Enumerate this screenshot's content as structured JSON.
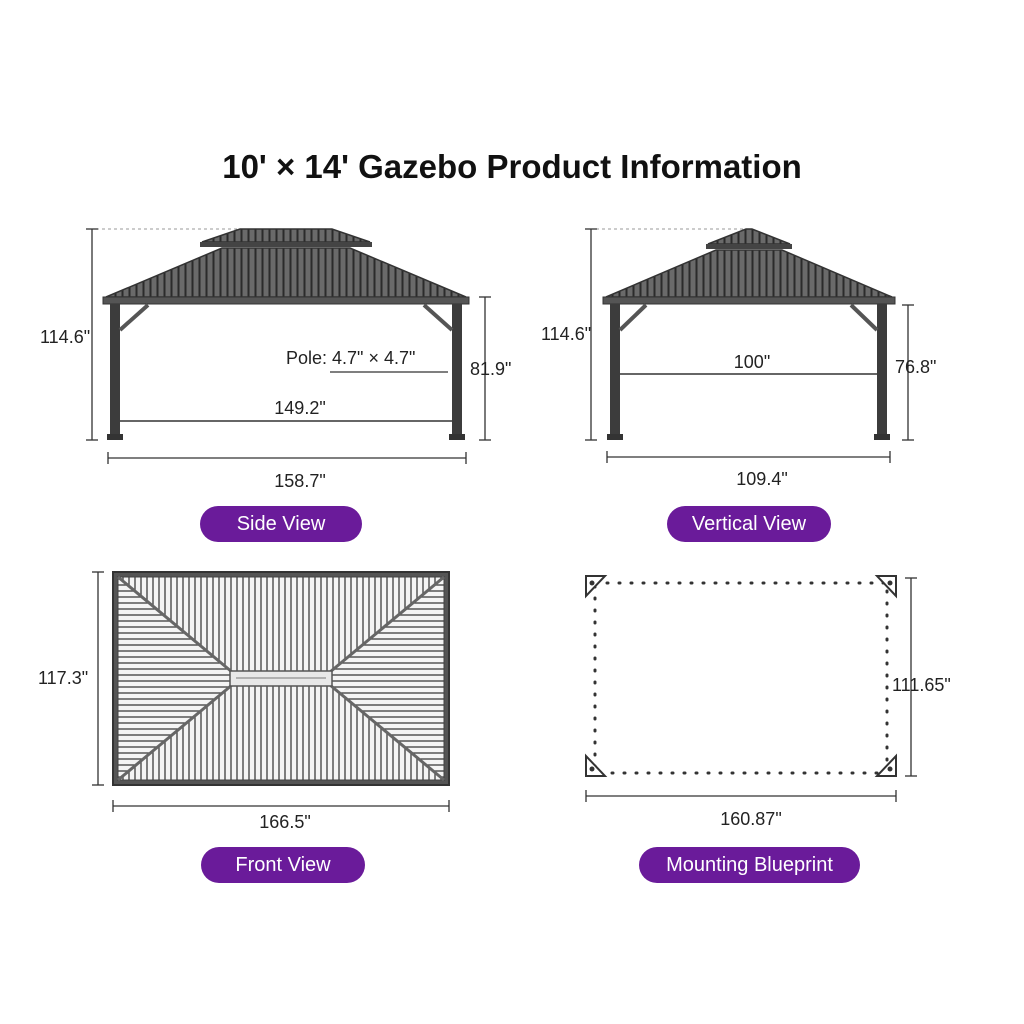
{
  "title": "10' × 14' Gazebo Product Information",
  "accent_color": "#6a1b9a",
  "side_view": {
    "label": "Side View",
    "height_total": "114.6\"",
    "height_eave": "81.9\"",
    "pole": "Pole: 4.7\" × 4.7\"",
    "inner_span": "149.2\"",
    "outer_span": "158.7\""
  },
  "vertical_view": {
    "label": "Vertical View",
    "height_total": "114.6\"",
    "height_eave": "76.8\"",
    "inner_span": "100\"",
    "outer_span": "109.4\""
  },
  "front_view": {
    "label": "Front View",
    "depth": "117.3\"",
    "width": "166.5\""
  },
  "mounting_blueprint": {
    "label": "Mounting Blueprint",
    "depth": "111.65\"",
    "width": "160.87\""
  }
}
